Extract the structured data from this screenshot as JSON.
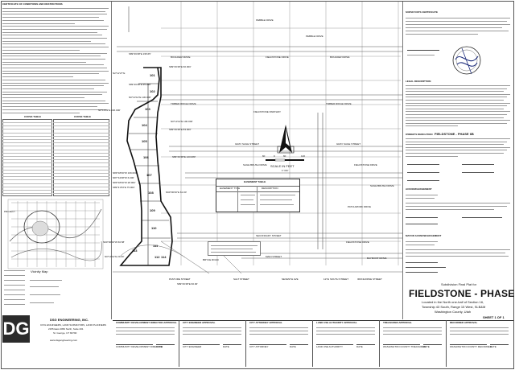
{
  "notes_title": "CERTIFICATE OF CONDITIONS AND RESTRICTIONS",
  "curve_table_title": "CURVE TABLE",
  "line_table_title": "CURVE TABLE",
  "easement_table_title": "EASEMENT TABLE",
  "easement_table_headers": [
    "EASEMENT TYPE",
    "DESCRIPTION"
  ],
  "vicinity_label": "PROJECT",
  "vicinity_map_title": "Vicinity Map",
  "surveyor_title": "SURVEYOR'S CERTIFICATE",
  "legal_description_title": "LEGAL DESCRIPTION",
  "dedication_title": "OWNER'S DEDICATION",
  "subdivision_name_label": "FIELDSTONE - PHASE 6B",
  "acknowledgement_title": "ACKNOWLEDGEMENT",
  "mayor_ack_title": "MAYOR ACKNOWLEDGEMENT",
  "plat_subtitle": "Subdivision Final Plat for",
  "plat_title": "FIELDSTONE - PHASE 6B",
  "plat_location": [
    "Located in the North one-half of Section 16,",
    "Township 43 South, Range 15 West, SLB&M",
    "Washington County, Utah"
  ],
  "sheet_label": "SHEET 1 OF 1",
  "scale_label": "SCALE IN FEET",
  "scale_ratio": "1\"=60'",
  "scale_ticks": [
    "60",
    "0",
    "60",
    "120"
  ],
  "streets": [
    "PEBBLE DRIVE",
    "PEBBLE DRIVE",
    "FIELDSTONE DRIVE",
    "BOULDER DRIVE",
    "BOULDER DRIVE",
    "TIMBER RIDGE DRIVE",
    "TIMBER RIDGE DRIVE",
    "FIELDSTONE PARKWAY",
    "GRAY SAGE STREET",
    "GRAY SAGE STREET",
    "FIELDSTONE DRIVE",
    "SAGE BRUSH DRIVE",
    "SAGE BRUSH DRIVE",
    "BRIDLE DRIVE",
    "PATCHWORK DRIVE",
    "PATCHWORK DRIVE",
    "FIELDSTONE DRIVE",
    "SECONDARY STREET",
    "BAYMONT DRIVE",
    "MAIN STREET",
    "BRYCE ROAD",
    "PASTURE STREET",
    "SALT STREET",
    "SEVENTH AVE",
    "11TH SOUTH STREET",
    "IRONHORSE STREET"
  ],
  "lots": [
    "101",
    "102",
    "103",
    "104",
    "105",
    "106",
    "107",
    "108",
    "109",
    "110",
    "111",
    "112",
    "113",
    "114"
  ],
  "bearings": [
    "S89°46'48\"E 195.65'",
    "N2°12'27\"E",
    "S89°46'48\"E 95.258'",
    "S89°46'48\"E 60.000'",
    "N0°13'12\"E 130.000'",
    "N0°13'12\"E 100.000'",
    "S89°46'48\"E 83.000'",
    "S89°46'48\"E 123.083'",
    "N0°13'12\"E 220.000'",
    "N89°18'00\"W 109.000'",
    "N87°44'08\"W 6.000'",
    "N89°18'00\"W 28.000'",
    "S89°31'53\"E 75.000'",
    "N90°00'00\"E 61.00'",
    "N90°00'00\"W 66.58'",
    "N0°13'12\"E 20.00'",
    "S89°46'48\"E 60.00'"
  ],
  "approval_blocks": [
    {
      "title": "COMMUNITY DEVELOPMENT DIRECTOR APPROVAL",
      "sig": "COMMUNITY DEVELOPMENT DIRECTOR",
      "date": "DATE"
    },
    {
      "title": "CITY ENGINEER APPROVAL",
      "sig": "CITY ENGINEER",
      "date": "DATE"
    },
    {
      "title": "CITY ATTORNEY APPROVAL",
      "sig": "CITY ATTORNEY",
      "date": "DATE"
    },
    {
      "title": "LAND USE AUTHORITY APPROVAL",
      "sig": "LAND USE AUTHORITY",
      "date": "DATE"
    },
    {
      "title": "TREASURER APPROVAL",
      "sig": "WASHINGTON COUNTY TREASURER",
      "date": "DATE"
    },
    {
      "title": "RECORDER APPROVAL",
      "sig": "WASHINGTON COUNTY RECORDER",
      "date": "DATE"
    }
  ],
  "firm_logo_text": "DG",
  "firm_name": "DSG ENGINEERING, INC.",
  "firm_tagline": "CIVIL ENGINEERS, LAND SURVEYORS, LAND PLANNERS",
  "firm_address": "2155 East 2050 North, Suite 201",
  "firm_city": "St. George, UT 84790",
  "firm_phone": "www.dsgengineering.com"
}
